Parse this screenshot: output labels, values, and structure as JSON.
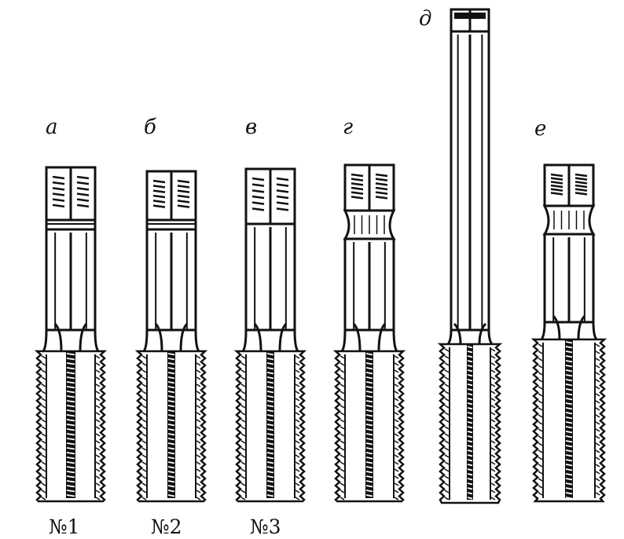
{
  "figure": {
    "taps": [
      {
        "id": "a",
        "letter": "а",
        "number_label": "№1"
      },
      {
        "id": "b",
        "letter": "б",
        "number_label": "№2"
      },
      {
        "id": "v",
        "letter": "в",
        "number_label": "№3"
      },
      {
        "id": "g",
        "letter": "г",
        "number_label": ""
      },
      {
        "id": "d",
        "letter": "д",
        "number_label": ""
      },
      {
        "id": "e",
        "letter": "е",
        "number_label": ""
      }
    ],
    "colors": {
      "ink": "#111111",
      "paper": "#ffffff"
    }
  }
}
